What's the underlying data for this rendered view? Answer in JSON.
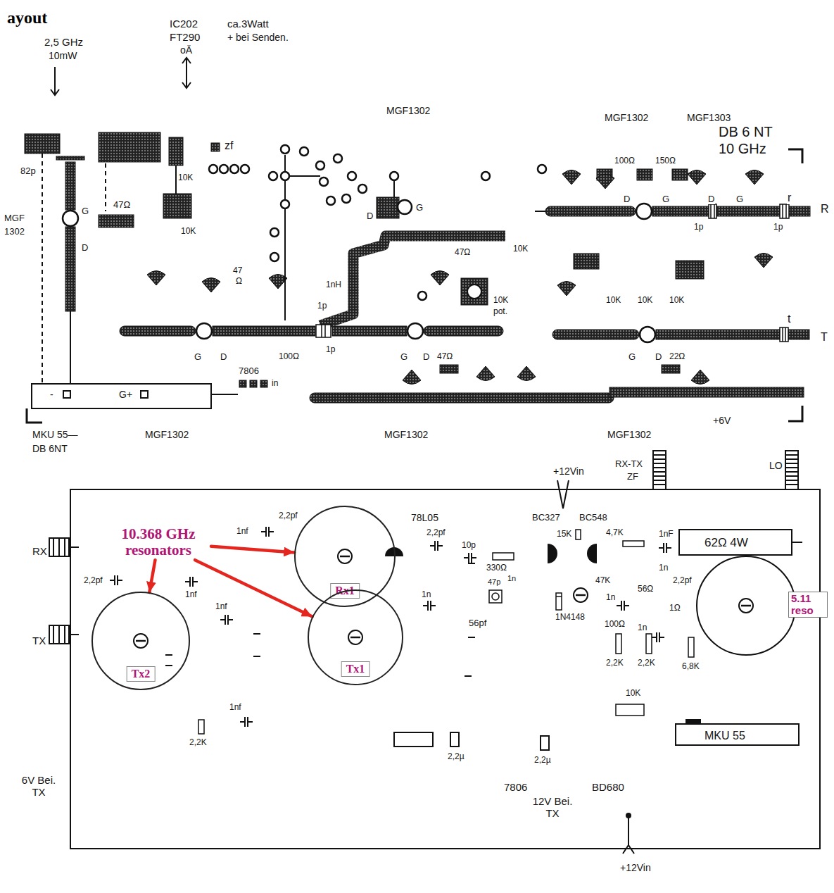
{
  "diagram": {
    "title": "ayout",
    "nodes": [
      {
        "text": [
          "10.368 GHz resonators"
        ]
      },
      {
        "text": [
          "Rx1"
        ]
      },
      {
        "text": [
          "Tx2"
        ]
      },
      {
        "text": [
          "Tx1"
        ]
      }
    ],
    "edges": [
      {
        "from": 0,
        "to": 1,
        "arrow": "to"
      },
      {
        "from": 0,
        "to": 2,
        "arrow": "to"
      },
      {
        "from": 0,
        "to": 3,
        "arrow": "to"
      }
    ],
    "labels": [
      "2,5 GHz",
      "10mW",
      "IC202",
      "FT290",
      "oÄ",
      "ca.3Watt",
      "+ bei Senden.",
      "zf",
      "MGF1302",
      "MGF1302",
      "MGF1303",
      "DB 6 NT",
      "10 GHz",
      "82p",
      "MGF",
      "1302",
      "10K",
      "47Ω",
      "G",
      "D",
      "10K",
      "47",
      "Ω",
      "1nH",
      "47Ω",
      "10K",
      "10K",
      "pot.",
      "100Ω",
      "150Ω",
      "G",
      "D",
      "D",
      "G",
      "D",
      "G",
      "r",
      "R",
      "1p",
      "1p",
      "10K",
      "10K",
      "10K",
      "t",
      "T",
      "1p",
      "G",
      "D",
      "100Ω",
      "1p",
      "G",
      "D",
      "47Ω",
      "G",
      "D",
      "22Ω",
      "7806",
      "in",
      "-",
      "G+",
      "MKU 55—",
      "DB 6NT",
      "MGF1302",
      "MGF1302",
      "MGF1302",
      "+6V",
      "+12Vin",
      "RX-TX",
      "ZF",
      "LO",
      "78L05",
      "BC327",
      "BC548",
      "4,7K",
      "1nF",
      "1nf",
      "2,2pf",
      "2,2pf",
      "10p",
      "330Ω",
      "15K",
      "47p",
      "1n",
      "47K",
      "56Ω",
      "1n",
      "1n",
      "2,2pf",
      "62Ω 4W",
      "1Ω",
      "1n",
      "1N4148",
      "100Ω",
      "1n",
      "56pf",
      "2,2pf",
      "1nf",
      "1nf",
      "RX",
      "TX",
      "2,2K",
      "2,2K",
      "6,8K",
      "10K",
      "1nf",
      "2,2K",
      "2,2µ",
      "2,2µ",
      "MKU 55",
      "7806",
      "BD680",
      "12V Bei. TX",
      "6V Bei. TX",
      "+12Vin",
      "5.11 reso"
    ]
  }
}
